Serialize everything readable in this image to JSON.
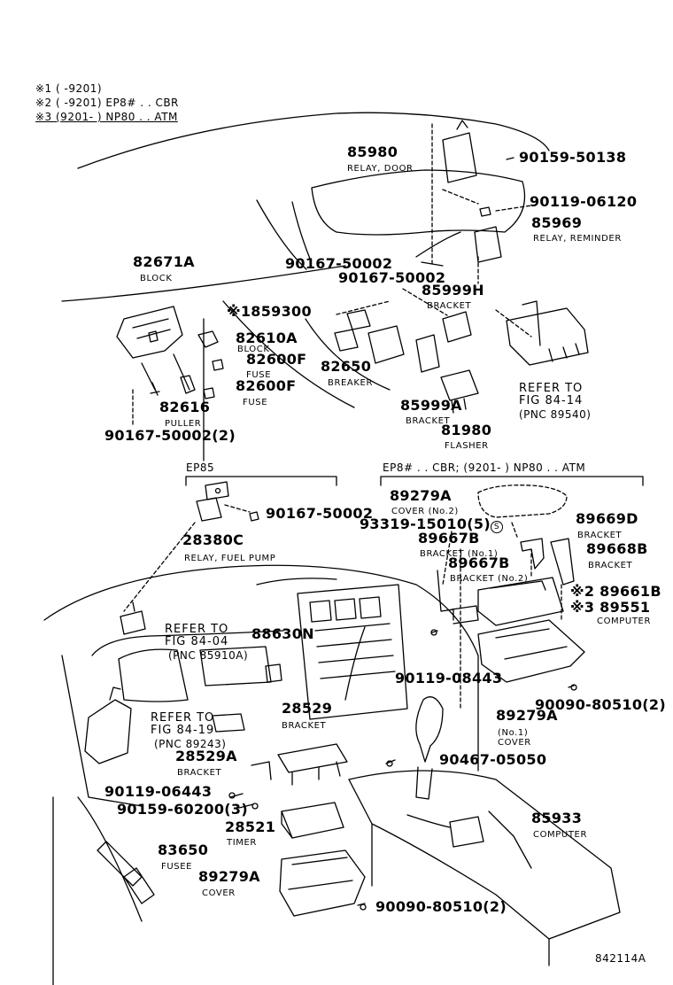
{
  "figure_id": "842114A",
  "notes": [
    "※1 (      -9201)",
    "※2 (      -9201) EP8# . . CBR",
    "※3 (9201-      ) NP80 . . ATM"
  ],
  "groups": {
    "ep85": "EP85",
    "ep8": "EP8# . . CBR; (9201-        ) NP80 . . ATM"
  },
  "parts": {
    "p85980": {
      "no": "85980",
      "desc": "RELAY, DOOR"
    },
    "p90159_50138": {
      "no": "90159-50138"
    },
    "p90119_06120": {
      "no": "90119-06120"
    },
    "p85969": {
      "no": "85969",
      "desc": "RELAY, REMINDER"
    },
    "p82671A": {
      "no": "82671A",
      "desc": "BLOCK"
    },
    "p90167_50002_a": {
      "no": "90167-50002"
    },
    "p90167_50002_b": {
      "no": "90167-50002"
    },
    "p85999H": {
      "no": "85999H",
      "desc": "BRACKET"
    },
    "p859300": {
      "no": "※1859300"
    },
    "p82610A": {
      "no": "82610A",
      "desc": "BLOCK"
    },
    "p82600F_a": {
      "no": "82600F",
      "desc": "FUSE"
    },
    "p82600F_b": {
      "no": "82600F",
      "desc": "FUSE"
    },
    "p82650": {
      "no": "82650",
      "desc": "BREAKER"
    },
    "p82616": {
      "no": "82616",
      "desc": "PULLER"
    },
    "p90167_50002_2": {
      "no": "90167-50002(2)"
    },
    "p85999A": {
      "no": "85999A",
      "desc": "BRACKET"
    },
    "p81980": {
      "no": "81980",
      "desc": "FLASHER"
    },
    "p90167_50002_c": {
      "no": "90167-50002"
    },
    "p28380C": {
      "no": "28380C",
      "desc": "RELAY, FUEL PUMP"
    },
    "p89279A_a": {
      "no": "89279A",
      "desc": "COVER (No.2)"
    },
    "p93319": {
      "no": "93319-15010(5)",
      "mark": "S"
    },
    "p89669D": {
      "no": "89669D",
      "desc": "BRACKET"
    },
    "p89667B_a": {
      "no": "89667B",
      "desc": "BRACKET (No.1)"
    },
    "p89668B": {
      "no": "89668B",
      "desc": "BRACKET"
    },
    "p89667B_b": {
      "no": "89667B",
      "desc": "BRACKET (No.2)"
    },
    "p89661B": {
      "no": "※2 89661B"
    },
    "p89551": {
      "no": "※3 89551",
      "desc": "COMPUTER"
    },
    "p88630N": {
      "no": "88630N"
    },
    "p90119_08443": {
      "no": "90119-08443"
    },
    "p90090_80510_a": {
      "no": "90090-80510(2)"
    },
    "p89279A_b": {
      "no": "89279A",
      "desc": "(No.1)\nCOVER"
    },
    "p28529": {
      "no": "28529",
      "desc": "BRACKET"
    },
    "p28529A": {
      "no": "28529A",
      "desc": "BRACKET"
    },
    "p90467": {
      "no": "90467-05050"
    },
    "p90119_06443": {
      "no": "90119-06443"
    },
    "p90159_60200": {
      "no": "90159-60200(3)"
    },
    "p28521": {
      "no": "28521",
      "desc": "TIMER"
    },
    "p85933": {
      "no": "85933",
      "desc": "COMPUTER"
    },
    "p83650": {
      "no": "83650",
      "desc": "FUSEE"
    },
    "p89279A_c": {
      "no": "89279A",
      "desc": "COVER"
    },
    "p90090_80510_b": {
      "no": "90090-80510(2)"
    }
  },
  "refs": {
    "r84_14": {
      "line1": "REFER TO",
      "line2": "FIG 84-14",
      "line3": "(PNC 89540)"
    },
    "r84_04": {
      "line1": "REFER TO",
      "line2": "FIG 84-04",
      "line3": "(PNC 85910A)"
    },
    "r84_19": {
      "line1": "REFER TO",
      "line2": "FIG 84-19",
      "line3": "(PNC 89243)"
    }
  }
}
